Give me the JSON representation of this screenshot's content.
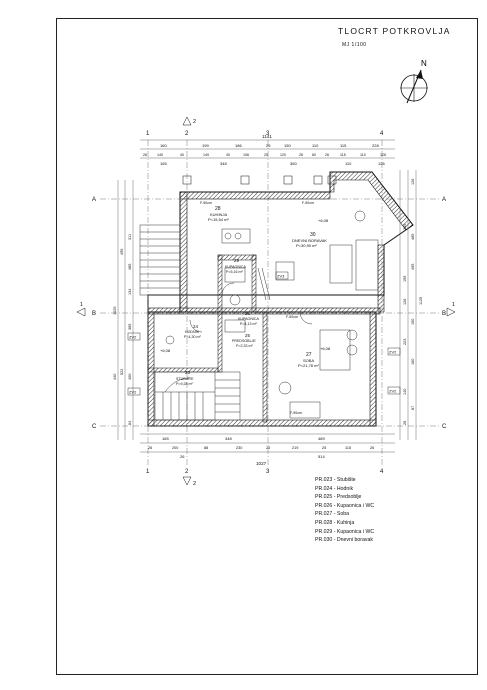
{
  "title": "TLOCRT POTKROVLJA",
  "scale": "MJ 1/100",
  "north_label": "N",
  "grid_columns": [
    "1",
    "2",
    "3",
    "4"
  ],
  "grid_rows": [
    "A",
    "B",
    "C"
  ],
  "section_labels": [
    "1",
    "1",
    "2",
    "2"
  ],
  "dims_top": {
    "total": "1141",
    "row1": [
      "160",
      "199",
      "186",
      "25",
      "150",
      "110",
      "115",
      "228"
    ],
    "row2": [
      "26",
      "140",
      "40",
      "149",
      "40",
      "106",
      "25",
      "120",
      "26",
      "60",
      "26",
      "115",
      "110",
      "126"
    ],
    "row3": [
      "165",
      "348",
      "360",
      "110",
      "126"
    ]
  },
  "dims_bottom": {
    "total": "1027",
    "row1": [
      "165",
      "348",
      "489"
    ],
    "row2": [
      "26",
      "200",
      "88",
      "230",
      "25",
      "219",
      "25",
      "115",
      "26"
    ],
    "row3": [
      "26",
      "514"
    ]
  },
  "dims_left": [
    "311",
    "495",
    "485",
    "1025",
    "134",
    "365",
    "522",
    "440",
    "400",
    "64"
  ],
  "dims_right": [
    "126",
    "365",
    "485",
    "1129",
    "495",
    "159",
    "126",
    "150",
    "223",
    "160",
    "140",
    "87",
    "26"
  ],
  "rooms": [
    {
      "num": "28",
      "name": "KUHINJA",
      "area": "P=15,54 m²"
    },
    {
      "num": "30",
      "name": "DNEVNI BORAVAK",
      "area": "P=30,90 m²"
    },
    {
      "num": "29",
      "name": "KUPAONICA",
      "area": "P=5,16 m²"
    },
    {
      "num": "26",
      "name": "KUPAONICA",
      "area": "P=4,13 m²"
    },
    {
      "num": "25",
      "name": "PREDSOBLJE",
      "area": "P=2,33 m²"
    },
    {
      "num": "24",
      "name": "HODNIK",
      "area": "P=4,30 m²"
    },
    {
      "num": "23",
      "name": "STUBIŠTE",
      "area": "P=9,28 m²"
    },
    {
      "num": "27",
      "name": "SOBA",
      "area": "P=21,78 m²"
    }
  ],
  "levels": [
    "+6,08",
    "+6,08",
    "+6,08"
  ],
  "window_labels": [
    "F-90cm",
    "F-90cm",
    "F-90cm",
    "F-90cm"
  ],
  "wall_tags": [
    "ZV2",
    "ZV2",
    "ZV2",
    "ZV3",
    "ZV2"
  ],
  "legend": [
    "PR.023 - Stubište",
    "PR.024 - Hodnik",
    "PR.025 - Predsoblje",
    "PR.026 - Kupaonica i WC",
    "PR.027 - Soba",
    "PR.028 - Kuhinja",
    "PR.029 - Kupaonica i WC",
    "PR.030 - Dnevni boravak"
  ]
}
